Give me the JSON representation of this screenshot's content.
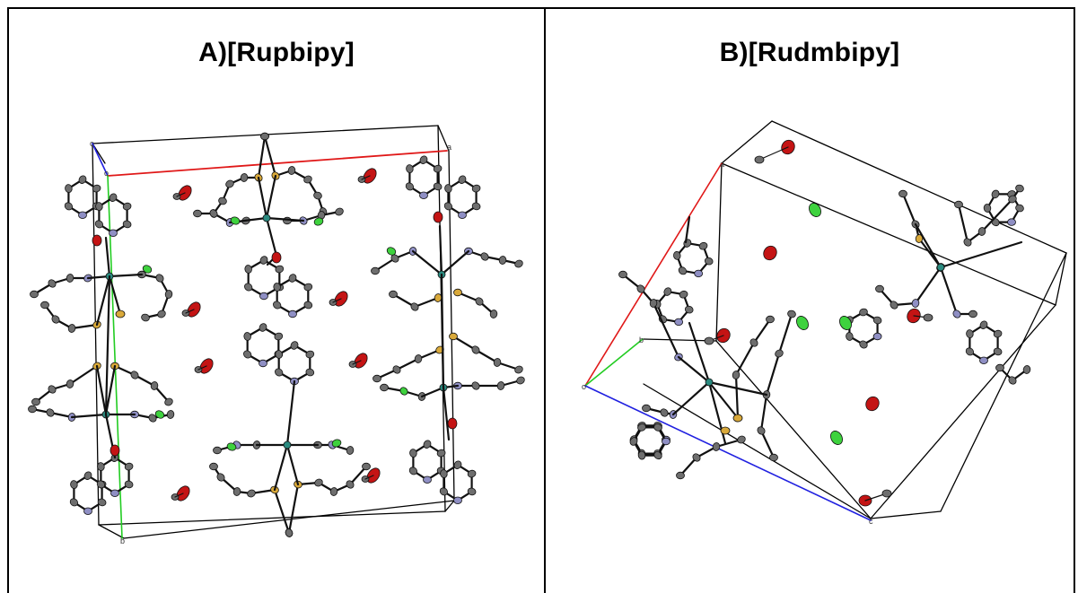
{
  "panels": [
    {
      "label": "A)[Rupbipy]"
    },
    {
      "label": "B)[Rudmbipy]"
    }
  ],
  "cell_axis_labels": {
    "a": "a",
    "b": "b",
    "c": "c",
    "o": "o"
  },
  "colors": {
    "carbon": "#6e6e6e",
    "nitrogen": "#8f8fc4",
    "sulfur": "#d9a93a",
    "ruthenium": "#2a8a7f",
    "chlorine": "#3ed23e",
    "oxygen": "#c41414",
    "axis_a": "#e01818",
    "axis_b": "#22cc22",
    "axis_c": "#2020e0",
    "cell_edge": "#000000"
  }
}
